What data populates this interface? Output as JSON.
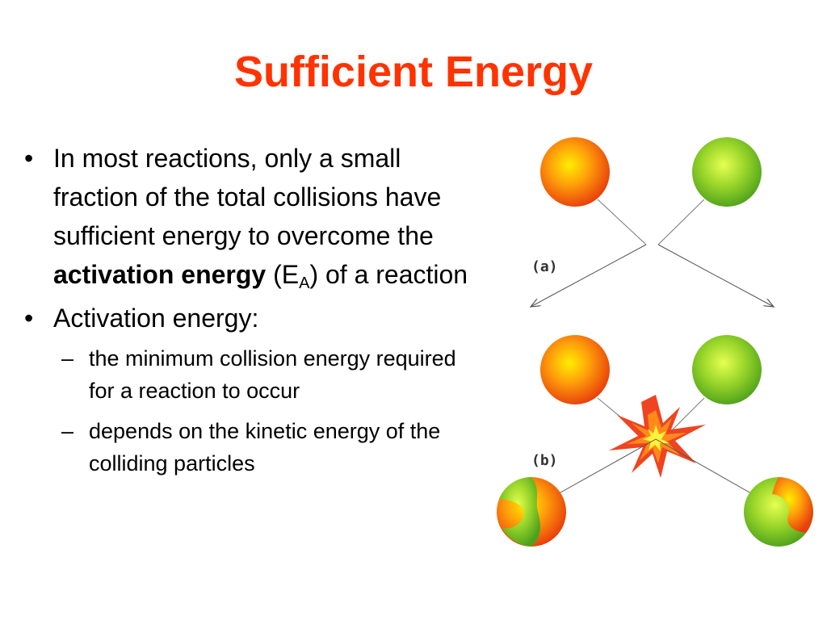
{
  "slide": {
    "title": "Sufficient Energy",
    "title_color": "#ff3300",
    "bullet1": {
      "text_a": "In most reactions, only a small fraction of the total collisions have sufficient energy to overcome the",
      "bold": "activation energy",
      "text_b": "(E",
      "subscript": "A",
      "text_c": ") of a reaction"
    },
    "bullet2": "Activation energy:",
    "sub_bullets": [
      "the minimum collision energy required for a reaction to occur",
      "depends on the kinetic energy of the colliding particles"
    ],
    "bullet_marker": "•",
    "sub_marker": "–"
  },
  "diagram": {
    "panel_a_label": "(a)",
    "panel_b_label": "(b)",
    "particle_colors": {
      "reactant_one": "#ff6a00",
      "reactant_two": "#66c21a",
      "highlight_one": "#ffea00",
      "highlight_two": "#d8ff5a"
    },
    "icons": [
      "particle-sphere",
      "collision-burst-icon",
      "arrow-icon"
    ]
  }
}
